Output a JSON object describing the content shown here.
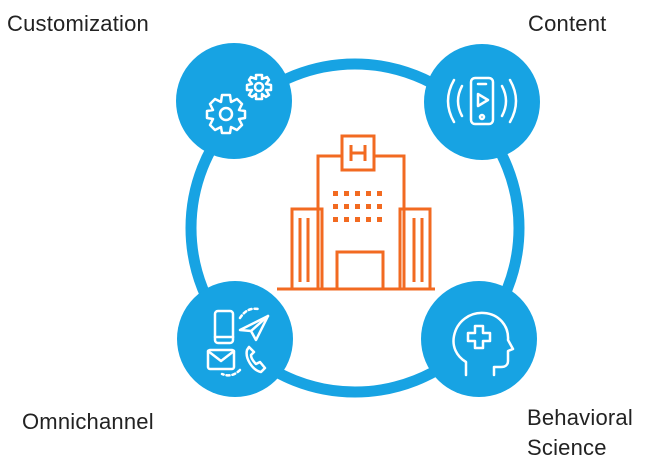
{
  "labels": {
    "customization": "Customization",
    "content": "Content",
    "omnichannel": "Omnichannel",
    "behavioral_line1": "Behavioral",
    "behavioral_line2": "Science"
  },
  "center_icon": "hospital-building-icon",
  "node_icons": {
    "customization": "gears-icon",
    "content": "mobile-video-icon",
    "omnichannel": "devices-messaging-icon",
    "behavioral_science": "head-medical-cross-icon"
  },
  "colors": {
    "ring": "#17a3e3",
    "node_fill": "#17a3e3",
    "icon_stroke": "#ffffff",
    "building": "#f26a21",
    "text": "#222222"
  }
}
